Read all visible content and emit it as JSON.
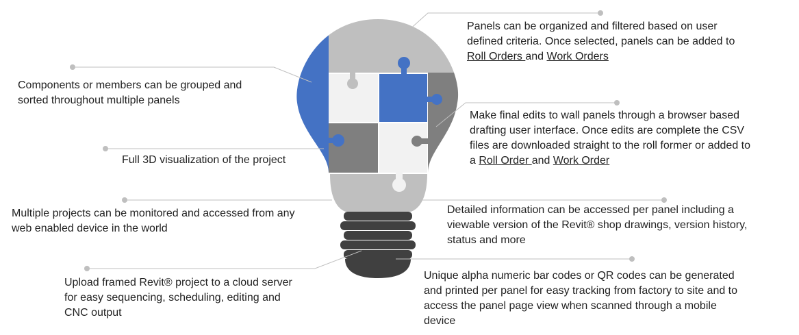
{
  "callouts": {
    "components": {
      "line1": "Components or members can be grouped and",
      "line2": "sorted throughout multiple panels"
    },
    "visualization": {
      "line1": "Full 3D visualization of the project"
    },
    "multi_projects": {
      "line1": "Multiple projects can be monitored and accessed from any",
      "line2": "web enabled device in the world"
    },
    "upload": {
      "line1": "Upload framed Revit® project to a cloud server",
      "line2": "for easy sequencing, scheduling, editing and",
      "line3": "CNC output"
    },
    "panels_organized": {
      "line1": "Panels can be organized and filtered based on user",
      "line2": "defined criteria. Once selected, panels can be added to",
      "link1": "Roll Orders ",
      "mid": "and ",
      "link2": "Work Orders"
    },
    "final_edits": {
      "line1": "Make final edits to wall panels through a browser based",
      "line2": "drafting user interface. Once edits are complete the CSV",
      "line3": "files are downloaded straight to the roll former or added to",
      "pre": "a ",
      "link1": "Roll Order ",
      "mid": "and ",
      "link2": "Work Order"
    },
    "detailed_info": {
      "line1": "Detailed information can be accessed per panel including a",
      "line2": "viewable version of the Revit® shop drawings, version history,",
      "line3": "status and more"
    },
    "bar_codes": {
      "line1": "Unique alpha numeric bar codes or QR codes can be generated",
      "line2": "and printed per panel for easy tracking from factory to site and to",
      "line3": "access the panel page view when scanned through a mobile",
      "line4": "device"
    }
  },
  "colors": {
    "blue": "#4472C4",
    "light_gray": "#BFBFBF",
    "mid_gray": "#7F7F7F",
    "pale_gray": "#F2F2F2",
    "dark_gray": "#404040",
    "connector": "#BFBFBF"
  }
}
